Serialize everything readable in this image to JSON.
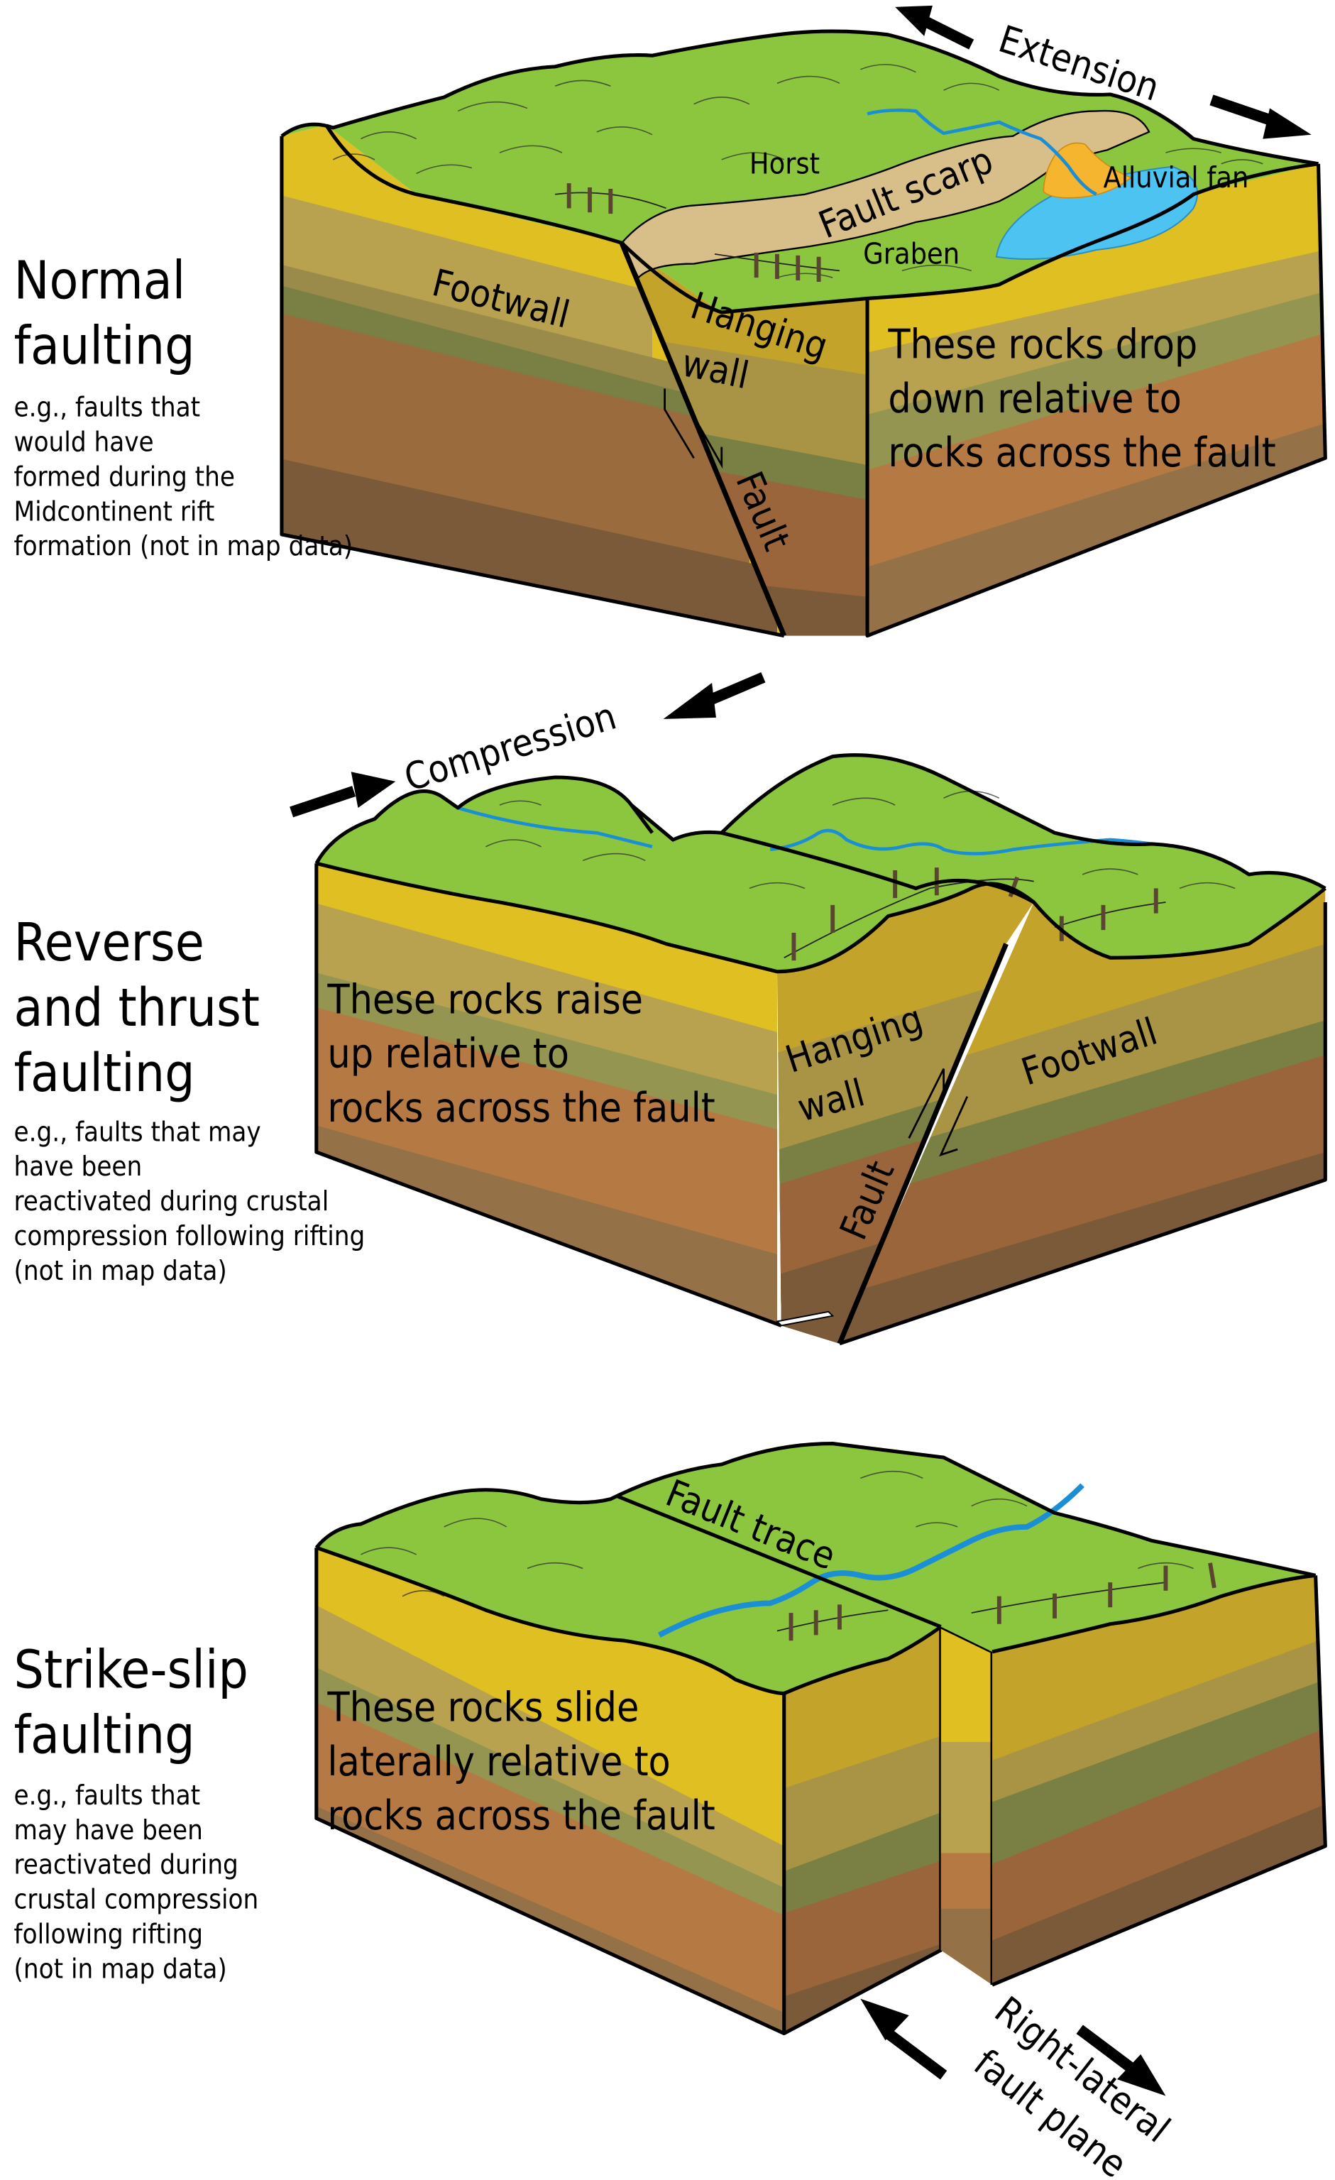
{
  "colors": {
    "grass": "#8cc63f",
    "strata_yellow": "#dfbf22",
    "strata_tan": "#b9a24f",
    "strata_olive": "#949551",
    "strata_orange": "#b57944",
    "strata_brown": "#957148",
    "strata_dark_brown": "#7a5a38",
    "scarp": "#d8bf8a",
    "lake": "#4cc3f0",
    "fan": "#f5b52e",
    "river": "#1a8fd6"
  },
  "panels": [
    {
      "title_lines": [
        "Normal",
        "faulting"
      ],
      "description_lines": [
        "e.g., faults that",
        "would have",
        "formed during the",
        "Midcontinent rift",
        "formation (not in map data)"
      ],
      "stress_label": "Extension",
      "face_text_lines": [
        "These rocks drop",
        "down relative to",
        "rocks across the fault"
      ],
      "labels": {
        "horst": "Horst",
        "fault_scarp": "Fault scarp",
        "alluvial_fan": "Alluvial fan",
        "graben": "Graben",
        "footwall": "Footwall",
        "hanging_wall_1": "Hanging",
        "hanging_wall_2": "wall",
        "fault": "Fault"
      }
    },
    {
      "title_lines": [
        "Reverse",
        "and thrust",
        "faulting"
      ],
      "description_lines": [
        "e.g., faults that may",
        "have been",
        "reactivated during crustal",
        "compression following rifting",
        "(not in map data)"
      ],
      "stress_label": "Compression",
      "face_text_lines": [
        "These rocks raise",
        "up relative to",
        "rocks across the fault"
      ],
      "labels": {
        "hanging_wall_1": "Hanging",
        "hanging_wall_2": "wall",
        "footwall": "Footwall",
        "fault": "Fault"
      }
    },
    {
      "title_lines": [
        "Strike-slip",
        "faulting"
      ],
      "description_lines": [
        "e.g., faults that",
        "may have been",
        "reactivated during",
        "crustal compression",
        "following rifting",
        "(not in map data)"
      ],
      "stress_label": "",
      "face_text_lines": [
        "These rocks slide",
        "laterally relative to",
        "rocks across the fault"
      ],
      "labels": {
        "fault_trace": "Fault trace",
        "fault_plane_1": "Right-lateral",
        "fault_plane_2": "fault plane"
      }
    }
  ]
}
